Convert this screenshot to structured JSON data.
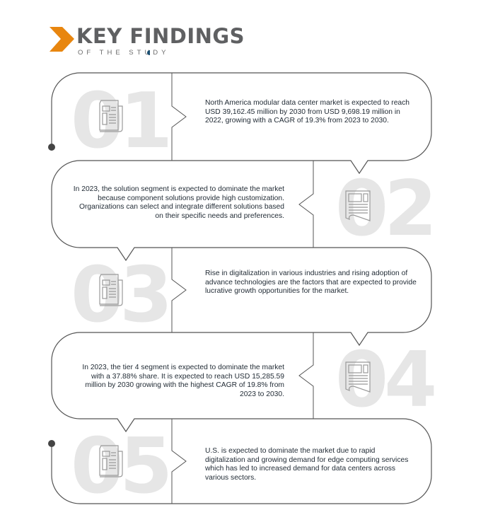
{
  "header": {
    "title": "KEY FINDINGS",
    "subtitle": "OF THE STUDY",
    "accent_color": "#E8860F",
    "text_color": "#5F6062"
  },
  "findings": [
    {
      "number": "01",
      "icon": "newspaper-icon",
      "text": "North America modular data center market is expected to reach USD 39,162.45 million by 2030 from USD 9,698.19 million in 2022, growing with a CAGR of 19.3% from 2023 to 2030."
    },
    {
      "number": "02",
      "icon": "newspaper-icon",
      "text": "In 2023, the solution segment is expected to dominate the market because component solutions provide high customization. Organizations can select and integrate different solutions based on their specific needs and preferences."
    },
    {
      "number": "03",
      "icon": "newspaper-icon",
      "text": "Rise in digitalization in various industries and rising adoption of advance technologies are the factors that are expected to provide lucrative growth opportunities for the market."
    },
    {
      "number": "04",
      "icon": "newspaper-icon",
      "text": "In 2023, the tier 4 segment is expected to dominate the market with a 37.88% share. It is expected to reach USD 15,285.59 million by 2030 growing with the highest CAGR of 19.8% from 2023 to 2030."
    },
    {
      "number": "05",
      "icon": "newspaper-icon",
      "text": "U.S. is expected to dominate the market due to rapid digitalization and growing demand for edge computing services which has led to increased demand for data centers across various sectors."
    }
  ]
}
